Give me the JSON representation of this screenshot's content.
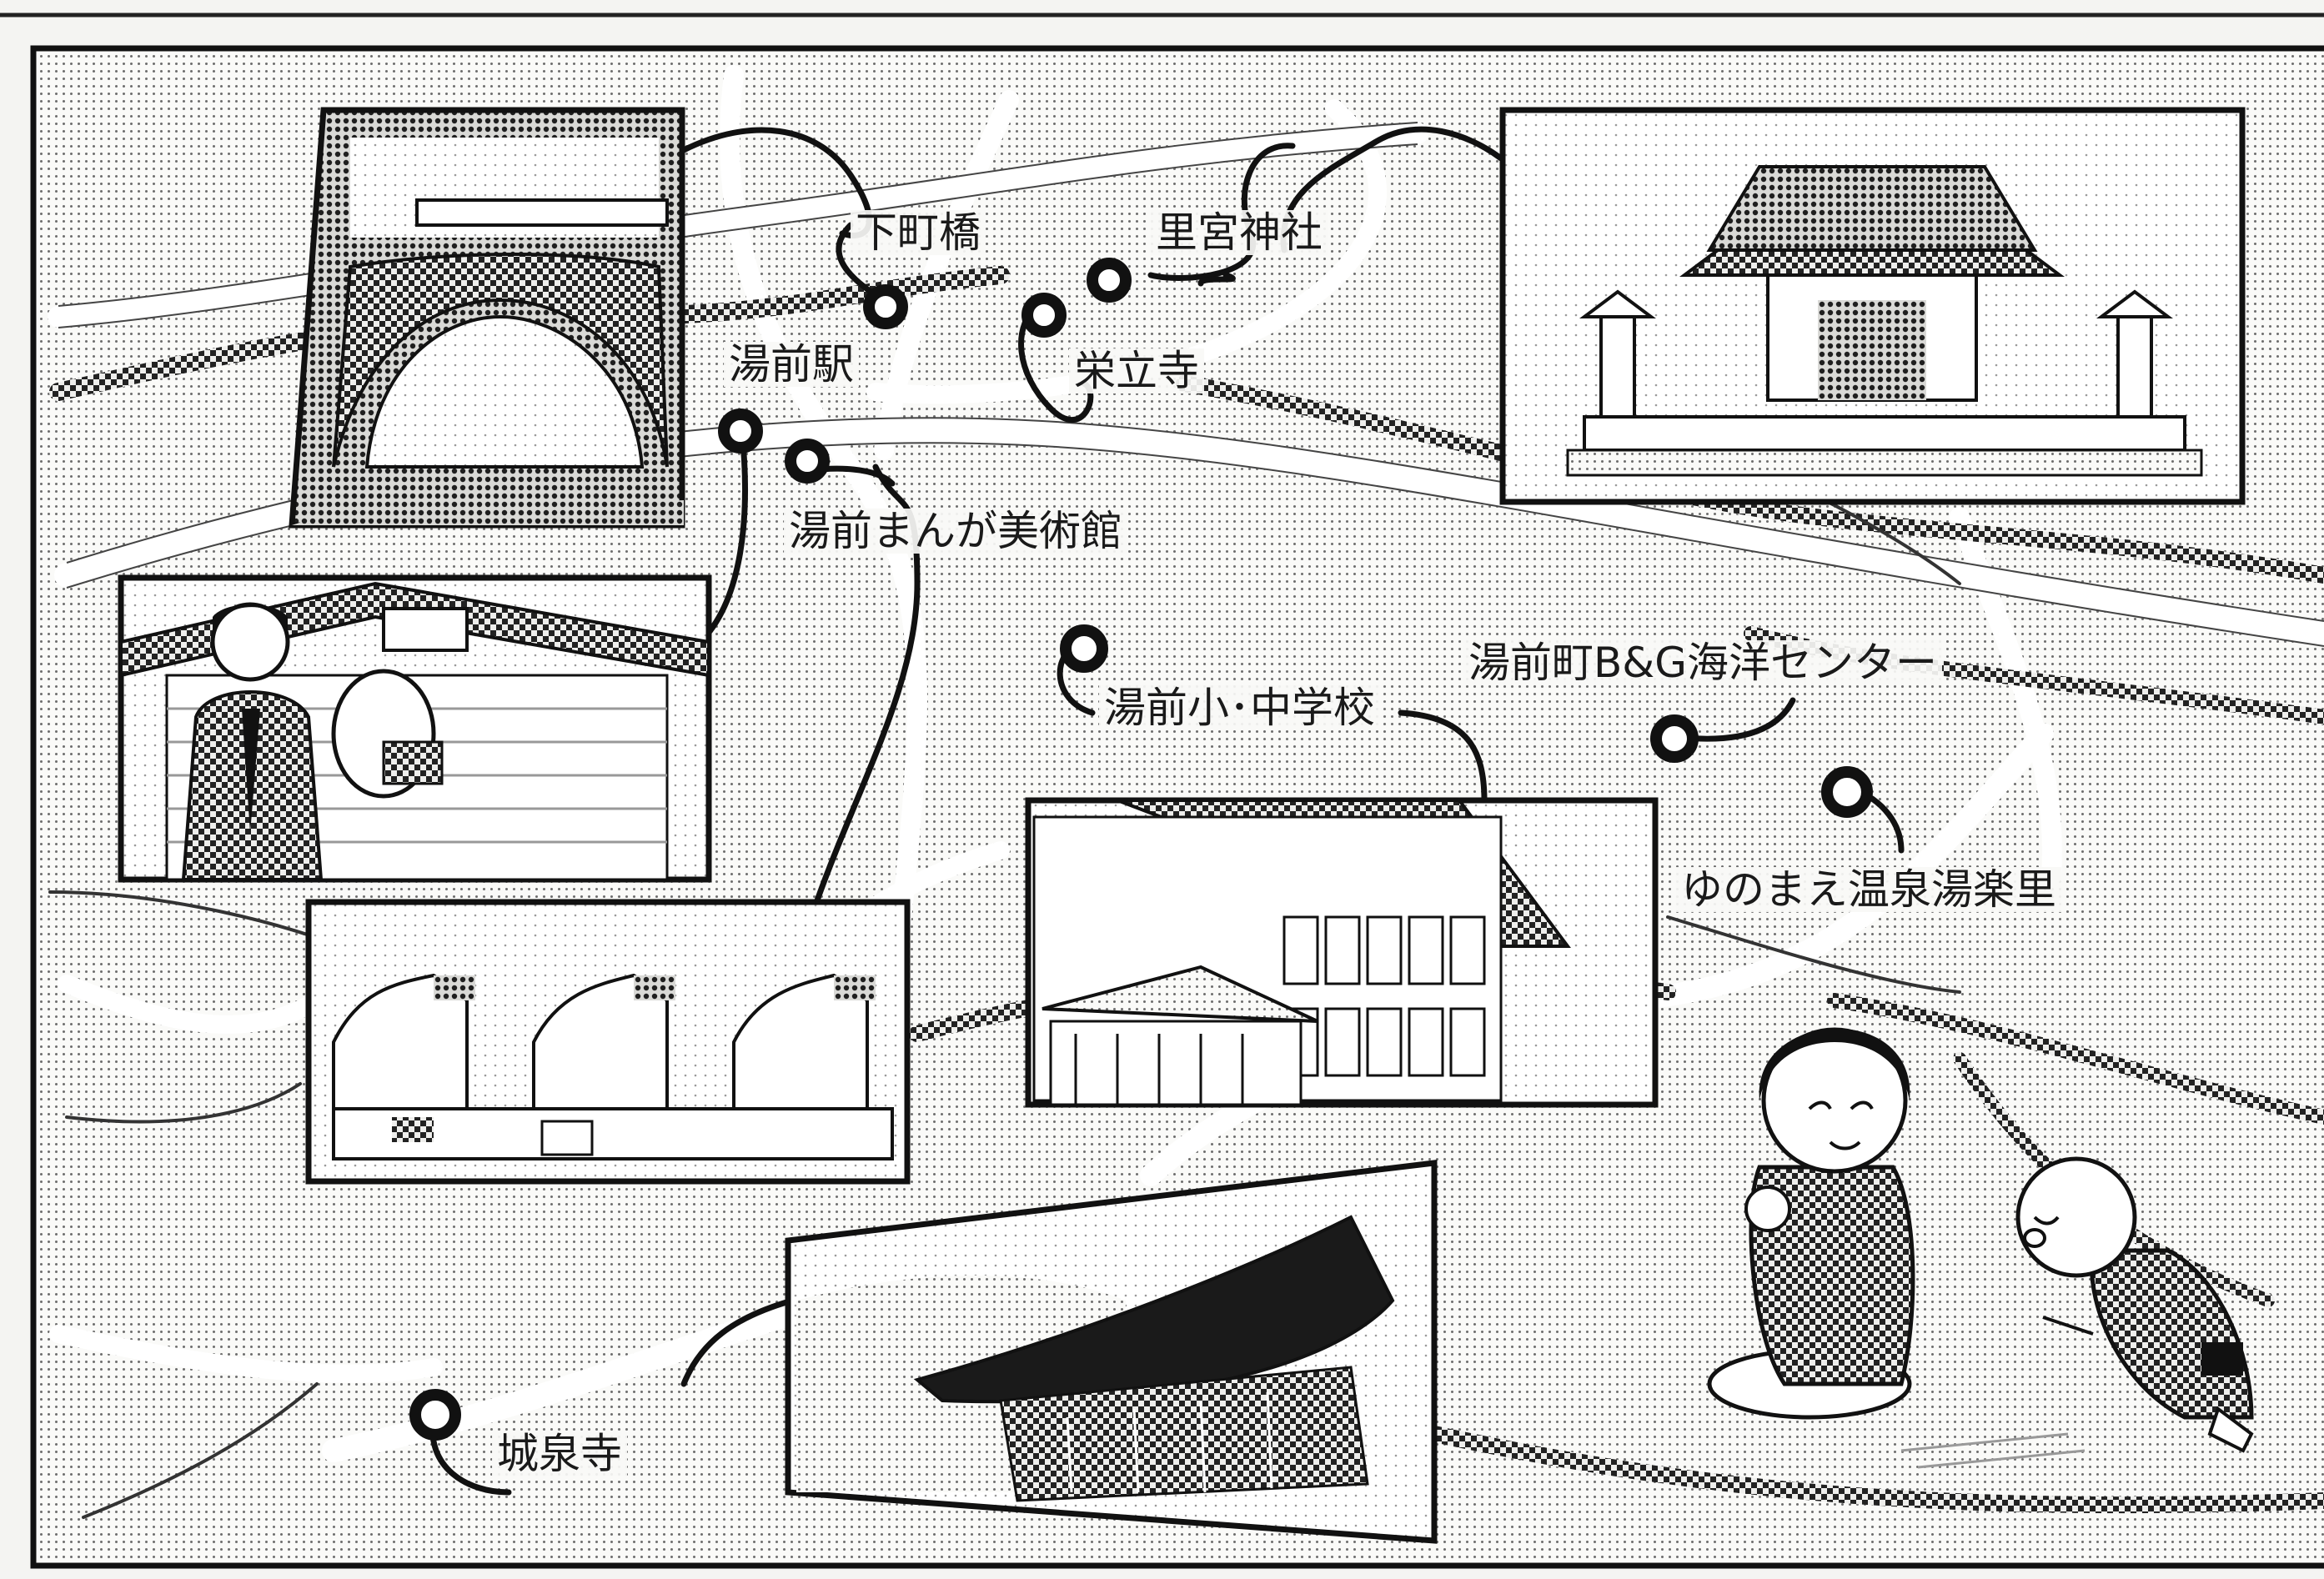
{
  "map": {
    "places": [
      {
        "id": "shimomachibashi",
        "label": "下町橋"
      },
      {
        "id": "satomiya-jinja",
        "label": "里宮神社"
      },
      {
        "id": "yunomae-eki",
        "label": "湯前駅"
      },
      {
        "id": "eiryuji",
        "label": "栄立寺"
      },
      {
        "id": "manga-museum",
        "label": "湯前まんが美術館"
      },
      {
        "id": "school",
        "label": "湯前小･中学校"
      },
      {
        "id": "bg-center",
        "label": "湯前町B&G海洋センター"
      },
      {
        "id": "onsen",
        "label": "ゆのまえ温泉湯楽里"
      },
      {
        "id": "josenji",
        "label": "城泉寺"
      }
    ]
  },
  "colors": {
    "ink": "#111111",
    "paper": "#f4f4f2",
    "road": "#ffffff"
  }
}
